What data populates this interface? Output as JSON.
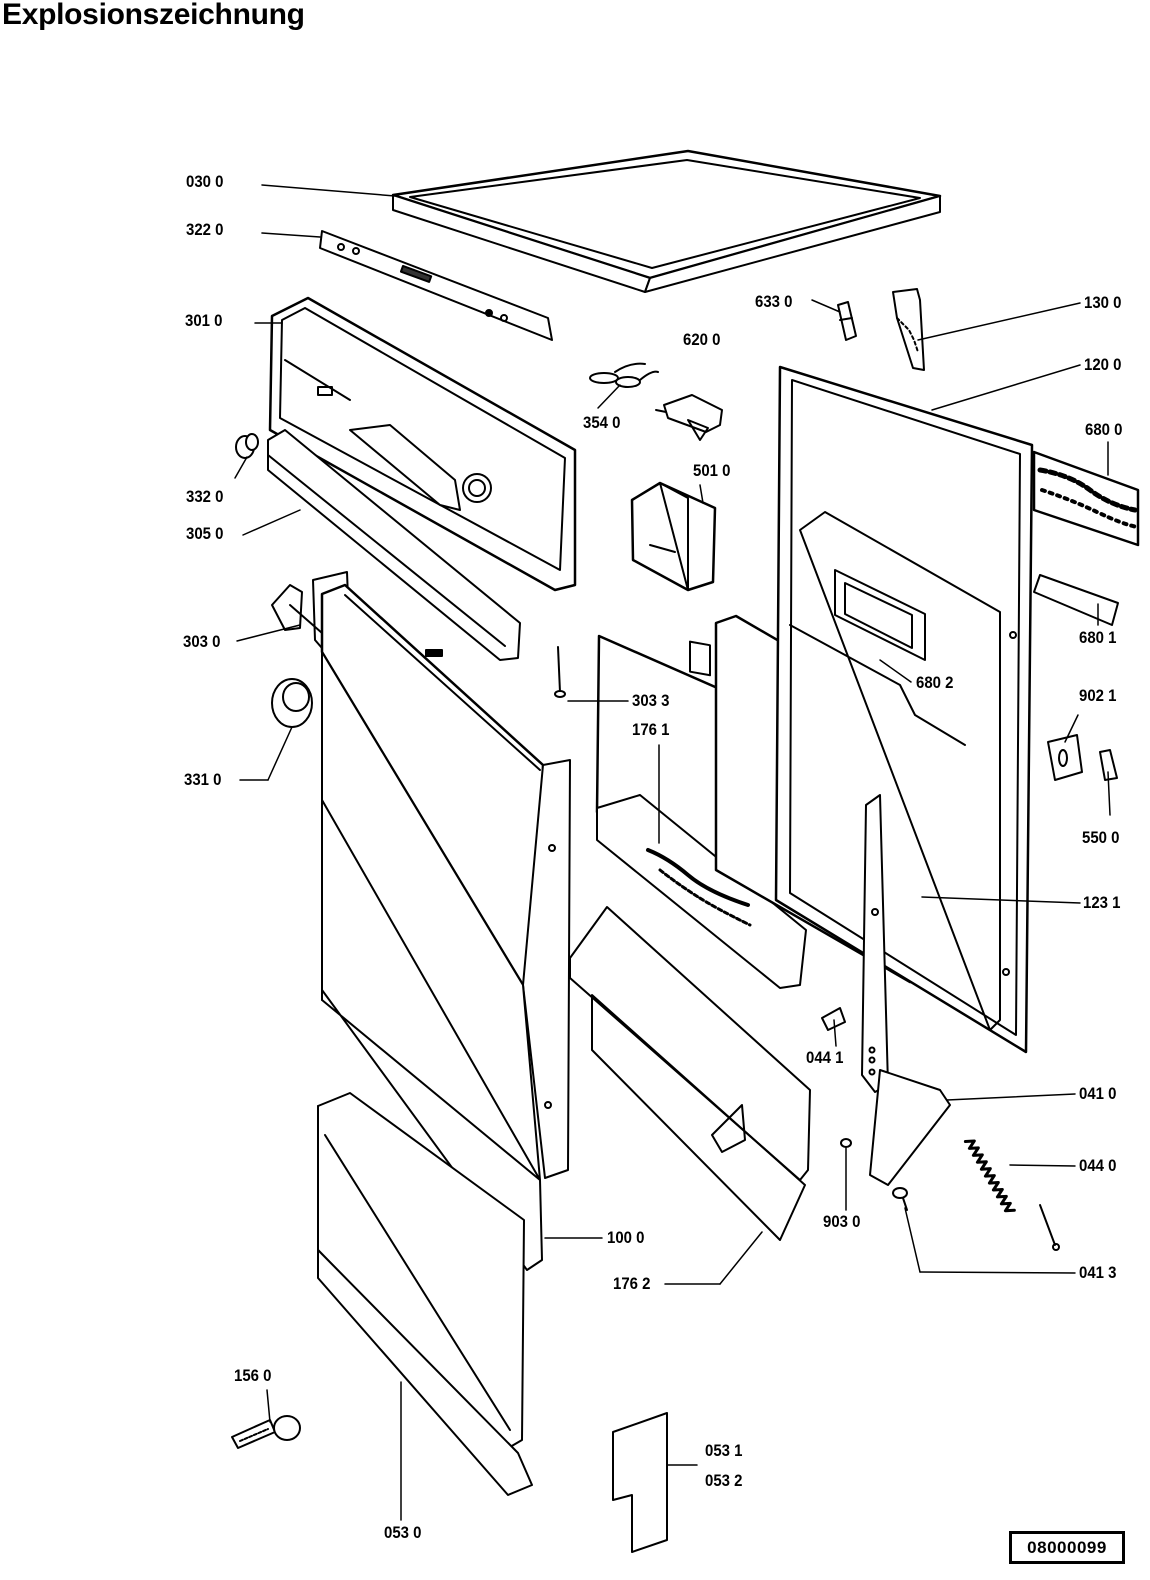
{
  "title": "Explosionszeichnung",
  "document_number": "08000099",
  "parts": {
    "p0300": "030 0",
    "p3220": "322 0",
    "p3010": "301 0",
    "p3320": "332 0",
    "p3050": "305 0",
    "p3030": "303 0",
    "p3310": "331 0",
    "p6330": "633 0",
    "p1300": "130 0",
    "p6200": "620 0",
    "p1200": "120 0",
    "p3540": "354 0",
    "p5010": "501 0",
    "p6800": "680 0",
    "p6801": "680 1",
    "p6802": "680 2",
    "p9021": "902 1",
    "p3033": "303 3",
    "p1761": "176 1",
    "p5500": "550 0",
    "p1231": "123 1",
    "p0441": "044 1",
    "p0410": "041 0",
    "p0440": "044 0",
    "p9030": "903 0",
    "p1000": "100 0",
    "p1762": "176 2",
    "p0413": "041 3",
    "p1560": "156 0",
    "p0531": "053 1",
    "p0532": "053 2",
    "p0530": "053 0"
  }
}
